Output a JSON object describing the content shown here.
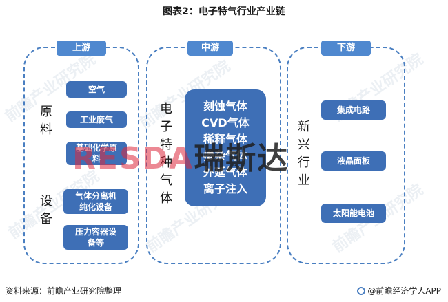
{
  "title": "图表2：电子特气行业产业链",
  "upstream": {
    "tab": "上游",
    "label_materials": [
      "原",
      "料"
    ],
    "label_equipment": [
      "设",
      "备"
    ],
    "items": [
      "空气",
      "工业废气",
      "基础化学原料",
      "气体分离机纯化设备",
      "压力容器设备等"
    ]
  },
  "midstream": {
    "tab": "中游",
    "label": [
      "电",
      "子",
      "特",
      "种",
      "气",
      "体"
    ],
    "products": [
      "刻蚀气体",
      "CVD气体",
      "稀释气体",
      "掺杂气体",
      "外延气体",
      "离子注入"
    ]
  },
  "downstream": {
    "tab": "下游",
    "label": [
      "新",
      "兴",
      "行",
      "业"
    ],
    "items": [
      "集成电路",
      "液晶面板",
      "太阳能电池"
    ]
  },
  "watermark": {
    "latin": "RESDA",
    "cn": "瑞斯达"
  },
  "ghost_text": "前瞻产业研究院",
  "footer": {
    "source": "资料来源：前瞻产业研究院整理",
    "brand": "@前瞻经济学人APP"
  }
}
